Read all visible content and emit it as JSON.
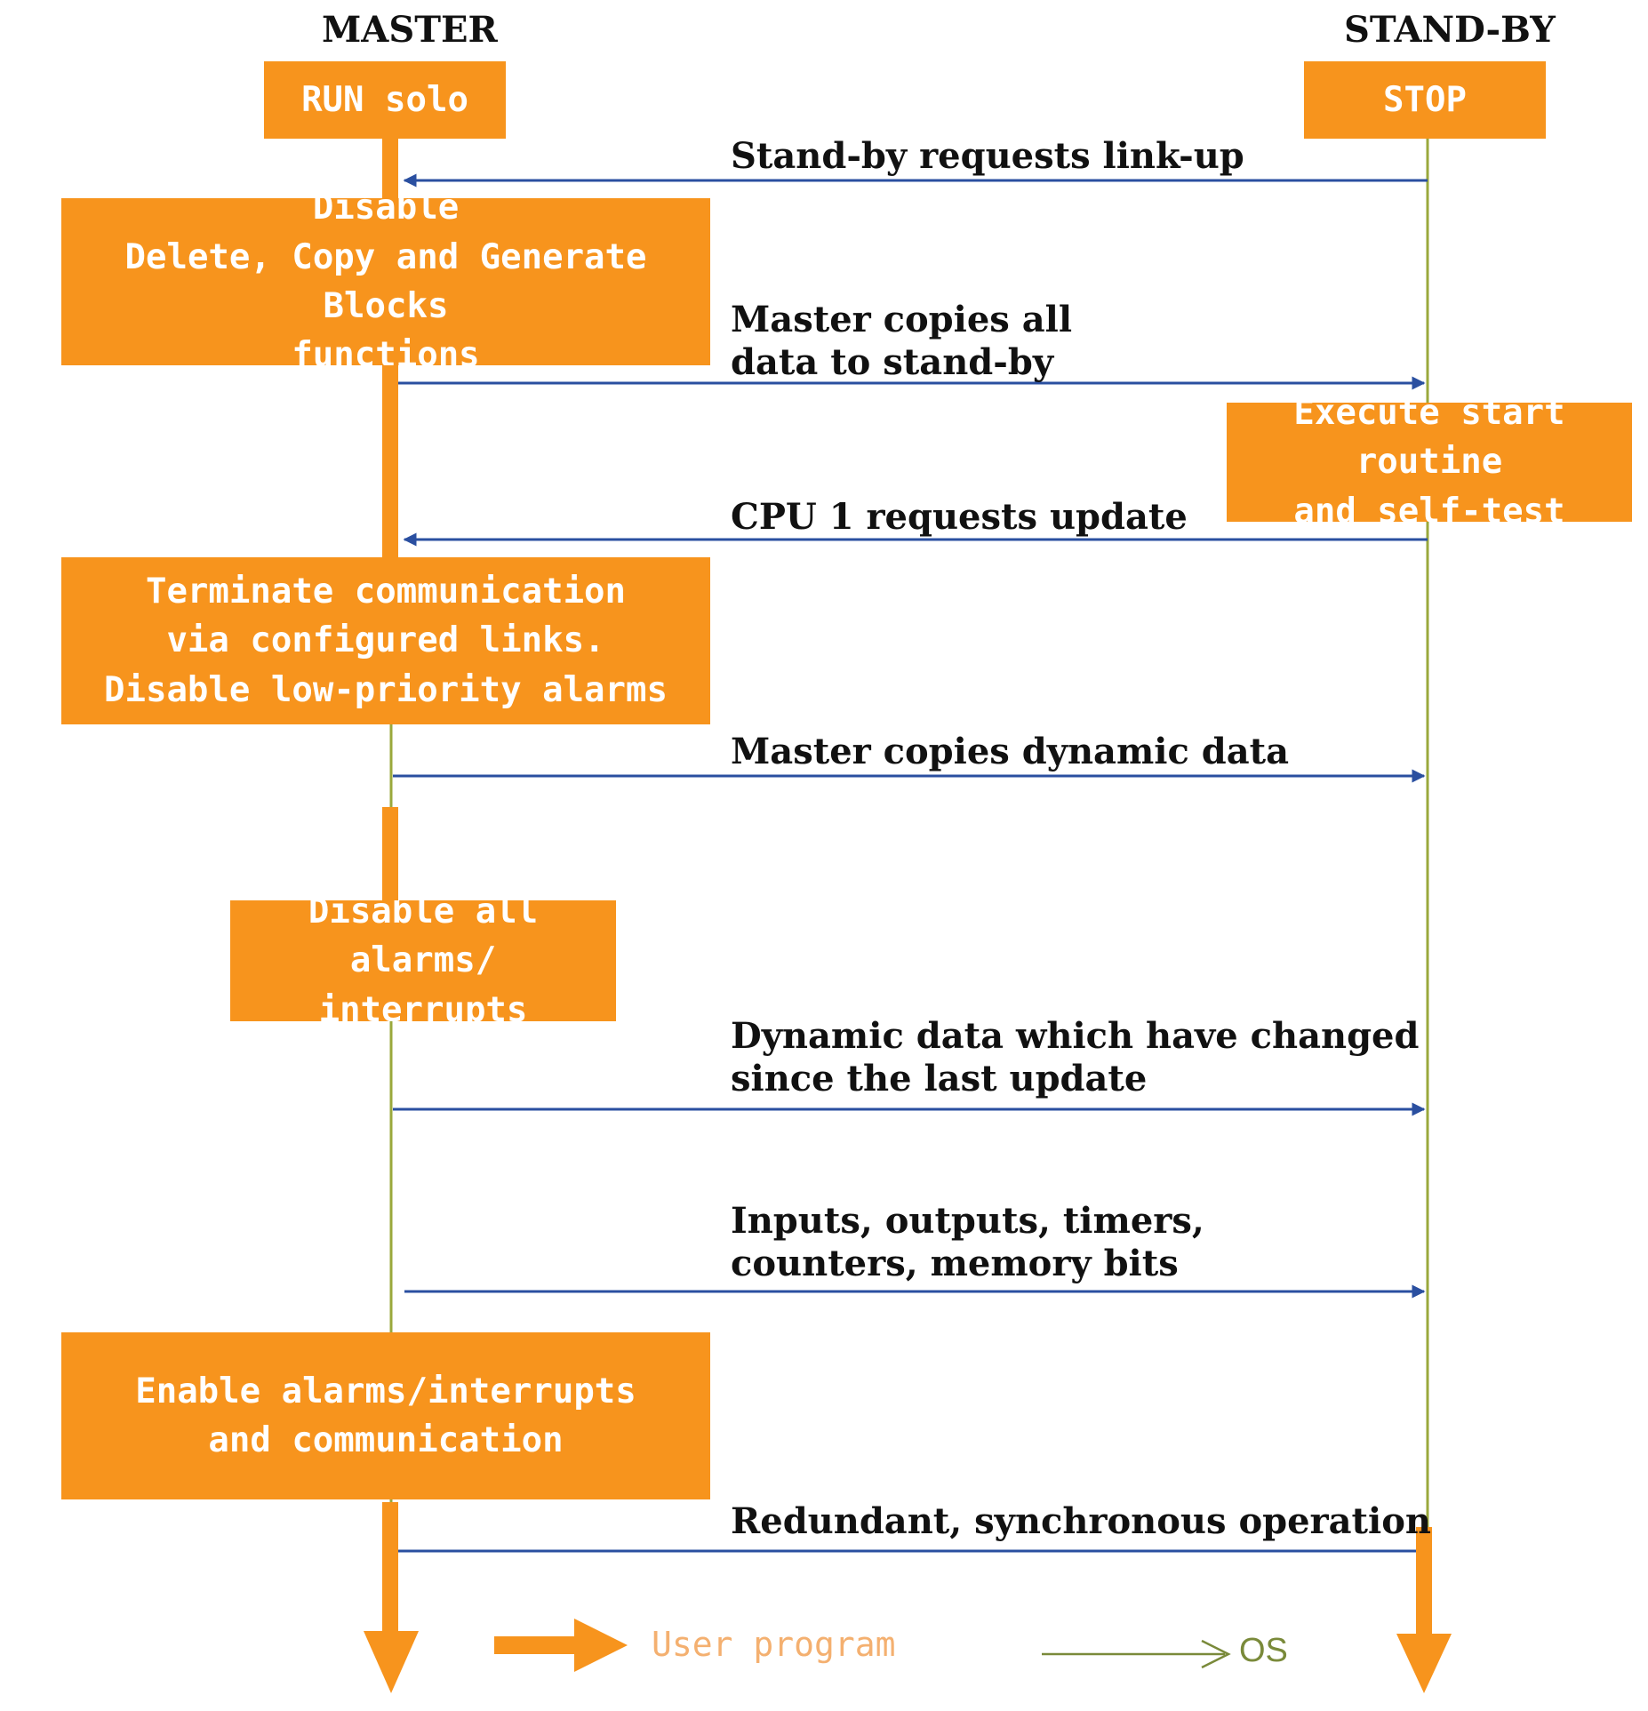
{
  "headers": {
    "master": "MASTER",
    "standby": "STAND-BY"
  },
  "boxes": {
    "run_solo": "RUN solo",
    "stop": "STOP",
    "disable_blocks": "Disable\nDelete, Copy and Generate Blocks\nfunctions",
    "execute_start": "Execute start routine\nand self-test",
    "terminate": "Terminate communication\nvia configured links.\nDisable low-priority alarms",
    "disable_alarms": "Disable all alarms/\ninterrupts",
    "enable_alarms": "Enable alarms/interrupts\nand communication"
  },
  "messages": {
    "m1": "Stand-by requests link-up",
    "m2": "Master copies all\ndata to stand-by",
    "m3": "CPU 1 requests update",
    "m4": "Master copies dynamic data",
    "m5": "Dynamic data which have changed\nsince the last update",
    "m6": "Inputs, outputs, timers,\ncounters, memory bits",
    "m7": "Redundant, synchronous operation"
  },
  "legend": {
    "user_program": "User program",
    "os": "OS"
  },
  "colors": {
    "box_fill": "#f7941d",
    "os_line": "#9aa83c",
    "message_arrow": "#2a4fa0"
  }
}
